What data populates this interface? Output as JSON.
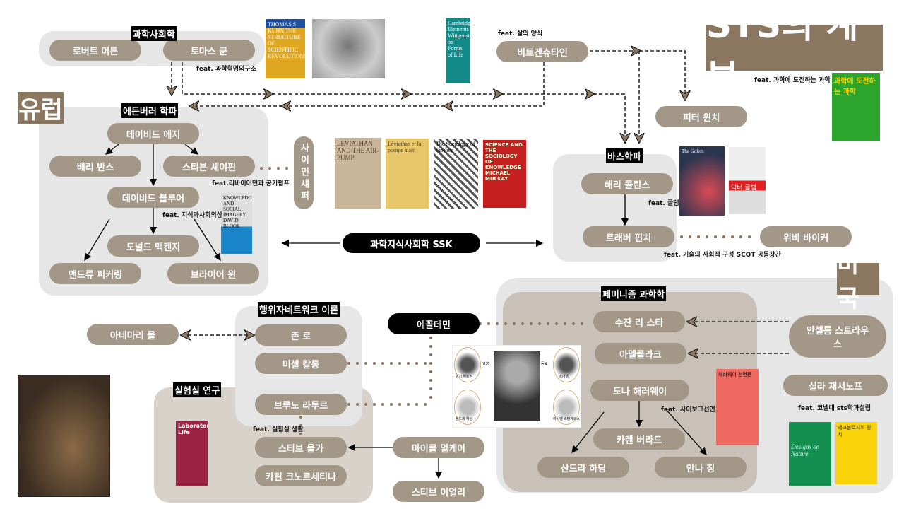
{
  "title": "STS의 계보",
  "regions": {
    "europe": "유럽",
    "usa": "미국"
  },
  "groups": {
    "sociology_of_science": "과학사회학",
    "edinburgh": "에든버러 학파",
    "bath": "바스학파",
    "feminism": "페미니즘 과학학",
    "ant": "행위자네트워크 이론",
    "lab": "실험실 연구"
  },
  "nodes": {
    "merton": "로버트 머튼",
    "kuhn": "토마스 쿤",
    "wittgenstein": "비트겐슈타인",
    "winch": "피터 윈치",
    "edge": "데이비드 에지",
    "barnes": "배리 반스",
    "shapin": "스티븐 셰이핀",
    "bloor": "데이비드 블루어",
    "mackenzie": "도널드 맥켄지",
    "pickering": "앤드류 피커링",
    "wynne": "브라이어 윈",
    "schaffer": "사이먼섀퍼",
    "ssk": "과학지식사회학 SSK",
    "collins": "해리 콜린스",
    "pinch": "트래버 핀치",
    "bijker": "위비 바이커",
    "mines": "에꼴데민",
    "star": "수잔 리 스타",
    "clarke": "아델클라크",
    "strauss": "안셀름 스트라우스",
    "haraway": "도나 해러웨이",
    "jasanoff": "실라 재서노프",
    "barad": "카렌 버라드",
    "harding": "산드라 하딩",
    "tsing": "안나 칭",
    "mol": "아네마리 몰",
    "law": "존 로",
    "callon": "미셸 칼롱",
    "latour": "브루노 라투르",
    "woolgar": "스티브 올가",
    "knorr": "카린 크노르세티나",
    "mulkay": "마이클 멀케이",
    "yearley": "스티브 이얼리"
  },
  "feats": {
    "kuhn": "feat. 과학혁명의구조",
    "wittgenstein": "feat. 삶의 양식",
    "sts": "feat. 과학에 도전하는 과학",
    "shapin": "feat.리바이어던과 공기펌프",
    "bloor": "feat. 지식과사회의상",
    "collins": "feat. 골렘",
    "pinch": "feat. 기술의 사회적 구성 SCOT 공동창간",
    "haraway": "feat. 사이보그선언",
    "jasanoff": "feat. 코넬대 sts학과설립",
    "latour": "feat. 실험실 생활"
  },
  "books": {
    "kuhn": "THOMAS S KUHN THE STRUCTURE OF SCIENTIFIC REVOLUTIONS",
    "wittgenstein": "Cambridge Elements Wittgenstein on Forms of Life",
    "leviathan": "LEVIATHAN AND THE AIR-PUMP",
    "leviathan_fr": "Léviathan et la pompe à air",
    "sociology": "The Sociology of Science",
    "mulkay": "SCIENCE AND THE SOCIOLOGY OF KNOWLEDGE MICHAEL MULKAY",
    "bloor": "KNOWLEDGE AND SOCIAL IMAGERY DAVID BLOOR",
    "golem": "The Golem",
    "dr_golem": "닥터 골렘",
    "challenge": "과학에 도전하는 과학",
    "lab_life": "Laboratory Life",
    "cyborg": "해러웨이 선언문",
    "designs": "Designs on Nature",
    "ethics": "테크놀로지의 정치"
  },
  "photo_labels": {
    "hartsock": "낸시 하트삭",
    "harding": "샌드라 하딩",
    "tsing": "애너 칭",
    "stengers": "이사벨 스탕게르스",
    "influence": "영향",
    "colleague": "동료"
  },
  "colors": {
    "node": "#a39788",
    "tag": "#8b7660",
    "box": "#e6e6e6",
    "tan": "#d9d2ca",
    "arrow": "#8b7660"
  }
}
